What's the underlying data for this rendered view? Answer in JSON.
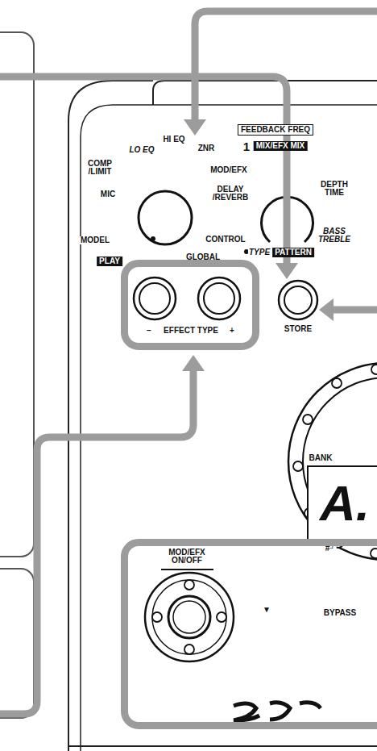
{
  "diagram": {
    "nodes": [
      {
        "text": [
          "−",
          "EFFECT TYPE",
          "+"
        ]
      },
      {
        "text": [
          "MOD/EFX ON/OFF",
          "▼",
          "BYPASS"
        ]
      }
    ],
    "labels": [
      "LO EQ",
      "HI EQ",
      "ZNR",
      "COMP /LIMIT",
      "MIC",
      "MOD/EFX",
      "DELAY /REVERB",
      "MODEL",
      "CONTROL",
      "GLOBAL",
      "PLAY",
      "FEEDBACK FREQ",
      "1",
      "MIX/EFX MIX",
      "DEPTH TIME",
      "BASS TREBLE",
      "TYPE",
      "PATTERN",
      "STORE",
      "BANK",
      "A.",
      "#┘"
    ]
  }
}
